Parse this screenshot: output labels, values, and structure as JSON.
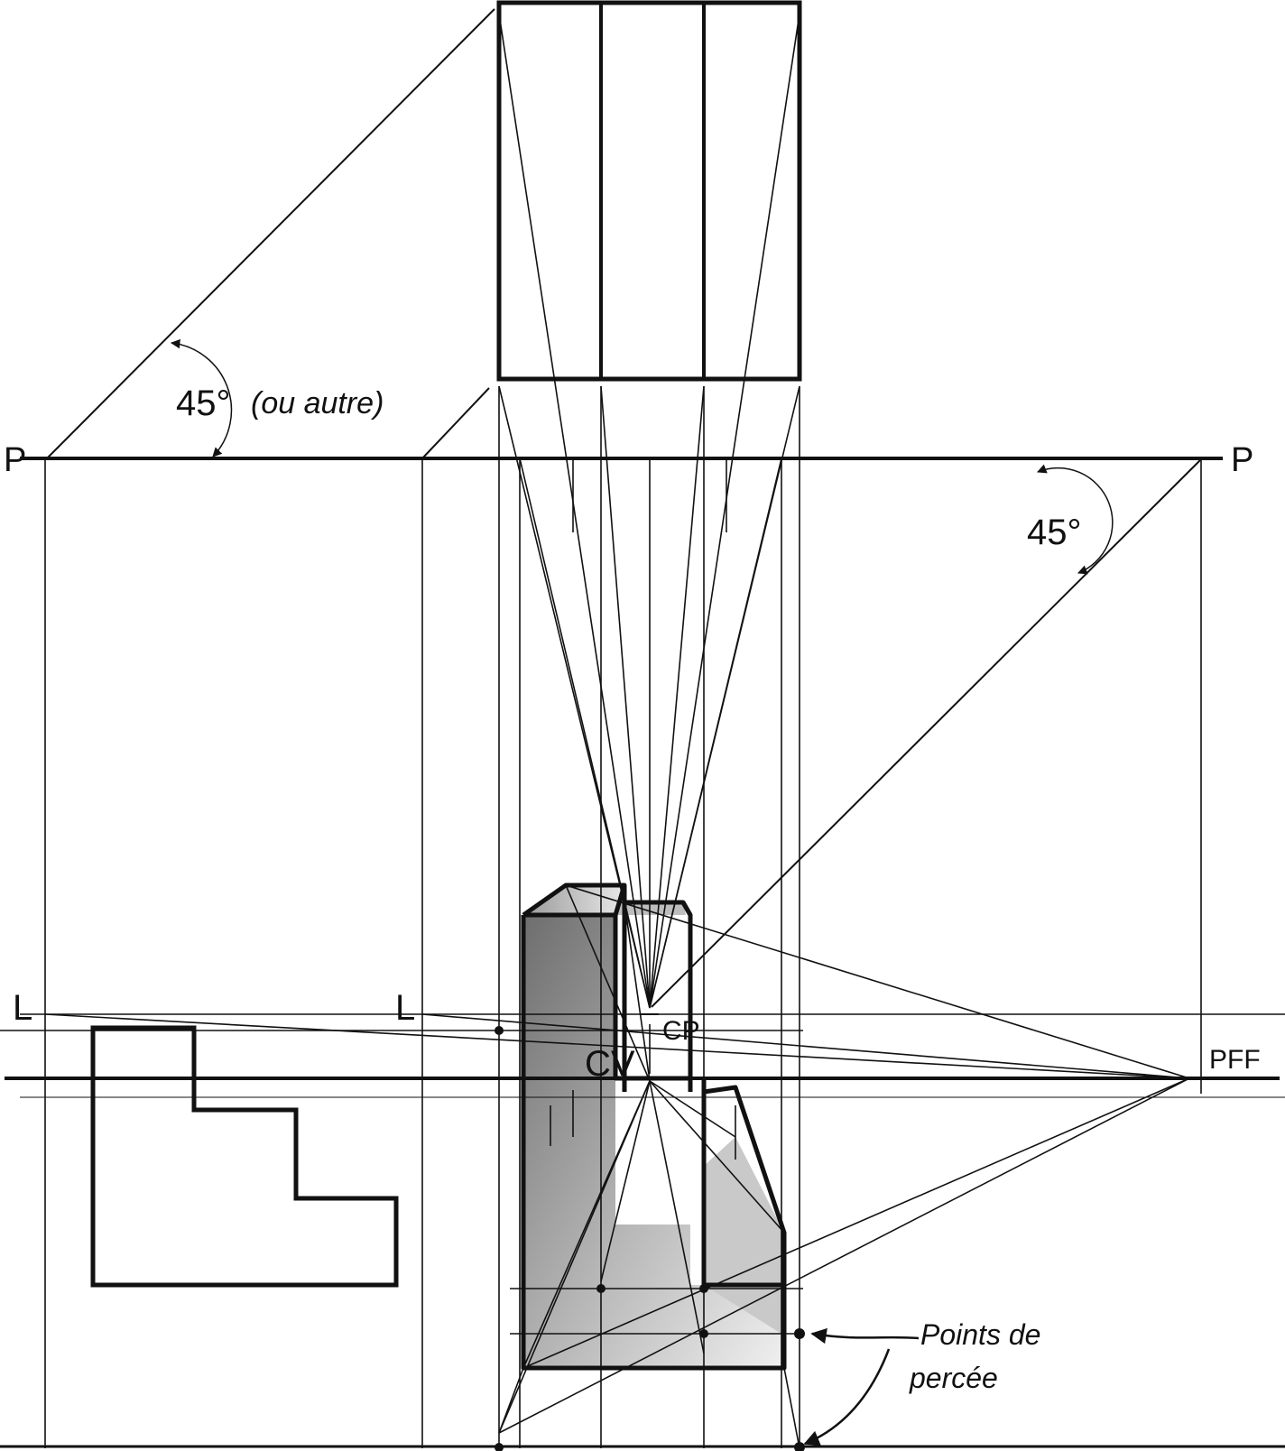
{
  "labels": {
    "p_left": "P",
    "p_right": "P",
    "angle_left": "45°",
    "angle_left_note": "(ou autre)",
    "angle_right": "45°",
    "cp": "CP",
    "cv": "CV",
    "pff": "PFF",
    "l_left": "L",
    "l_mid": "L",
    "points_line1": "Points de",
    "points_line2": "percée"
  },
  "colors": {
    "ink": "#111111",
    "shade_dark": "#8a8a8a",
    "shade_light": "#e4e4e4"
  }
}
